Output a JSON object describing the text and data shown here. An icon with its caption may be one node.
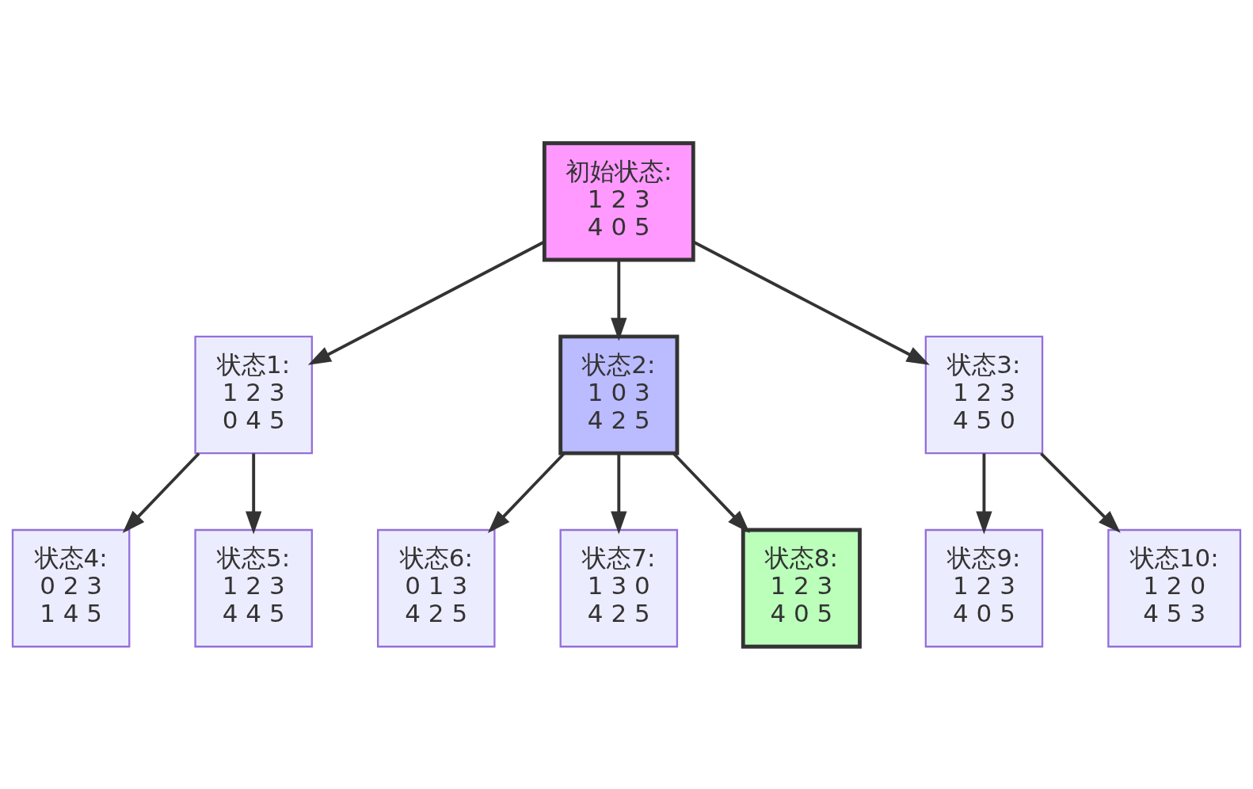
{
  "diagram": {
    "nodes": [
      {
        "text": [
          "初始状态:",
          "1 2 3",
          "4 0 5"
        ]
      },
      {
        "text": [
          "状态1:",
          "1 2 3",
          "0 4 5"
        ]
      },
      {
        "text": [
          "状态2:",
          "1 0 3",
          "4 2 5"
        ]
      },
      {
        "text": [
          "状态3:",
          "1 2 3",
          "4 5 0"
        ]
      },
      {
        "text": [
          "状态4:",
          "0 2 3",
          "1 4 5"
        ]
      },
      {
        "text": [
          "状态5:",
          "1 2 3",
          "4 4 5"
        ]
      },
      {
        "text": [
          "状态6:",
          "0 1 3",
          "4 2 5"
        ]
      },
      {
        "text": [
          "状态7:",
          "1 3 0",
          "4 2 5"
        ]
      },
      {
        "text": [
          "状态8:",
          "1 2 3",
          "4 0 5"
        ]
      },
      {
        "text": [
          "状态9:",
          "1 2 3",
          "4 0 5"
        ]
      },
      {
        "text": [
          "状态10:",
          "1 2 0",
          "4 5 3"
        ]
      }
    ],
    "edges": [
      {
        "from": 0,
        "to": 1,
        "arrow": "to"
      },
      {
        "from": 0,
        "to": 2,
        "arrow": "to"
      },
      {
        "from": 0,
        "to": 3,
        "arrow": "to"
      },
      {
        "from": 1,
        "to": 4,
        "arrow": "to"
      },
      {
        "from": 1,
        "to": 5,
        "arrow": "to"
      },
      {
        "from": 2,
        "to": 6,
        "arrow": "to"
      },
      {
        "from": 2,
        "to": 7,
        "arrow": "to"
      },
      {
        "from": 2,
        "to": 8,
        "arrow": "to"
      },
      {
        "from": 3,
        "to": 9,
        "arrow": "to"
      },
      {
        "from": 3,
        "to": 10,
        "arrow": "to"
      }
    ]
  }
}
